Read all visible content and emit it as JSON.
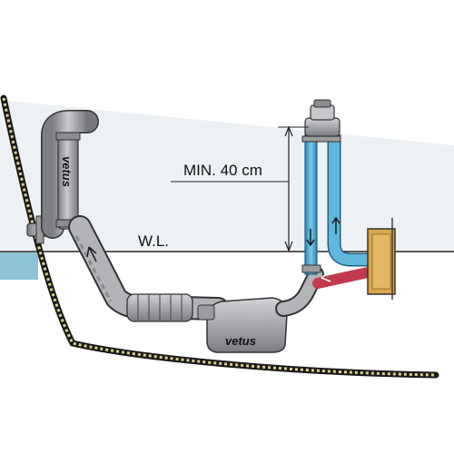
{
  "labels": {
    "min_height": "MIN. 40 cm",
    "waterline": "W.L."
  },
  "brand": {
    "logo_text": "vetus"
  },
  "colors": {
    "water": "#8ec3d6",
    "hull": "#222222",
    "hose_gray": "#a9aaae",
    "hose_dark": "#6e7076",
    "blue_pipe": "#46a6cf",
    "red_flow": "#c23a4d",
    "wood": "#d9a64a",
    "sky_band": "#eef1f4"
  }
}
